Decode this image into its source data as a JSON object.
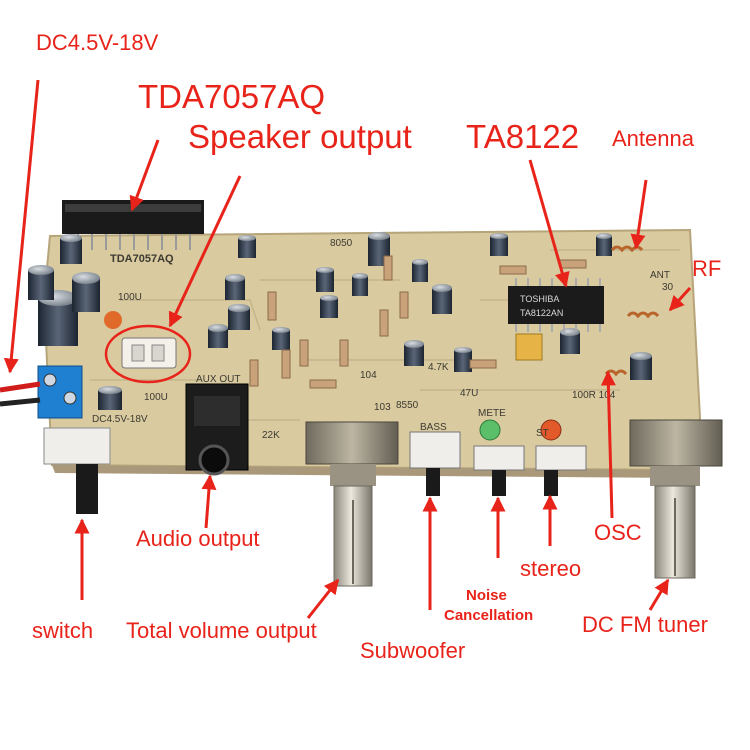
{
  "labels": {
    "power": "DC4.5V-18V",
    "amp_chip": "TDA7057AQ",
    "speaker": "Speaker output",
    "radio_chip": "TA8122",
    "antenna": "Antenna",
    "rf": "RF",
    "audio_out": "Audio output",
    "osc": "OSC",
    "stereo": "stereo",
    "noise_1": "Noise",
    "noise_2": "Cancellation",
    "switch": "switch",
    "volume": "Total volume output",
    "subwoofer": "Subwoofer",
    "tuner": "DC FM tuner"
  },
  "board_print": {
    "chip_amp": "TDA7057AQ",
    "chip_radio_1": "TOSHIBA",
    "chip_radio_2": "TA8122AN",
    "aux_out": "AUX OUT",
    "dc": "DC4.5V-18V",
    "bass": "BASS",
    "mete": "METE",
    "st": "ST",
    "ant": "ANT",
    "cap_100u_a": "100U",
    "cap_100u_b": "100U",
    "r_22k": "22K",
    "c_104": "104",
    "c_103": "103",
    "t_8050": "8050",
    "t_8550": "8550",
    "r_47k": "4.7K",
    "c_47u": "47U",
    "r_100r": "100R 104",
    "l_30": "30"
  },
  "colors": {
    "annotation": "#e8231a",
    "pcb": "#d8c9a0",
    "terminal": "#1f7fd0",
    "knob": "#c8c2b4"
  }
}
